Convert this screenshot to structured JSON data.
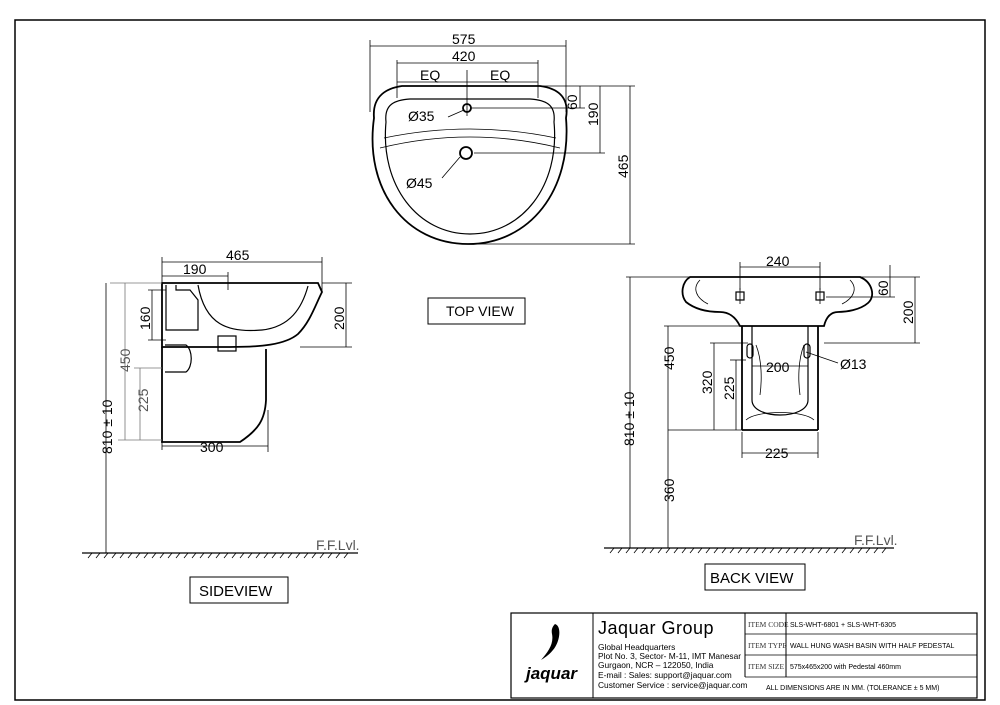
{
  "views": {
    "top": {
      "label": "TOP VIEW",
      "dims": {
        "overall_width": "575",
        "tap_span": "420",
        "eq_left": "EQ",
        "eq_right": "EQ",
        "tap_offset": "60",
        "drain_offset": "190",
        "depth": "465",
        "tap_hole": "Ø35",
        "drain_hole": "Ø45"
      }
    },
    "side": {
      "label": "SIDEVIEW",
      "dims": {
        "depth": "465",
        "bowl": "190",
        "rim": "160",
        "height": "200",
        "pedestal_height": "450",
        "pedestal_lower": "225",
        "pedestal_width": "300",
        "install_height": "810 ± 10",
        "floor": "F.F.Lvl."
      }
    },
    "back": {
      "label": "BACK VIEW",
      "dims": {
        "fixing_span": "240",
        "top_offset": "60",
        "height": "200",
        "pedestal_height": "450",
        "pedestal_mid": "320",
        "pedestal_lower": "225",
        "pedestal_top_width": "200",
        "fixing_hole": "Ø13",
        "pedestal_bottom_width": "225",
        "install_height": "810 ± 10",
        "floor_gap": "360",
        "floor": "F.F.Lvl."
      }
    }
  },
  "title_block": {
    "logo_text": "jaquar",
    "company": "Jaquar Group",
    "hq_title": "Global Headquarters",
    "address": [
      "Plot No. 3, Sector- M-11, IMT Manesar",
      "Gurgaon, NCR – 122050, India"
    ],
    "email": "E-mail : Sales: support@jaquar.com",
    "customer_service": "Customer Service : service@jaquar.com",
    "rows": [
      {
        "key": "ITEM CODE",
        "value": "SLS-WHT-6801 + SLS-WHT-6305"
      },
      {
        "key": "ITEM TYPE",
        "value": "WALL HUNG WASH BASIN WITH HALF PEDESTAL"
      },
      {
        "key": "ITEM SIZE",
        "value": "575x465x200 with Pedestal 460mm"
      }
    ],
    "note": "ALL DIMENSIONS ARE IN MM. (TOLERANCE ± 5 MM)"
  }
}
